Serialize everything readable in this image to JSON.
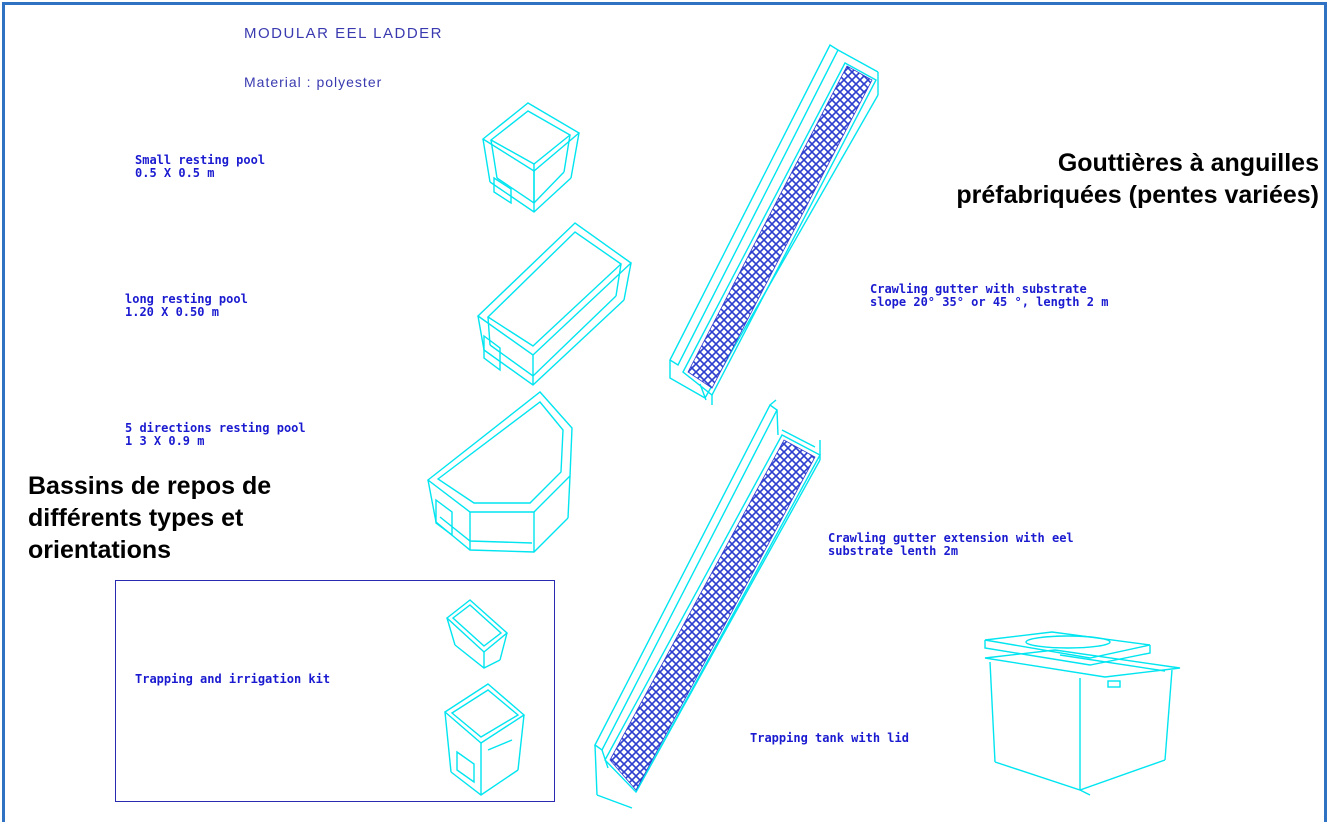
{
  "title": "MODULAR EEL LADDER",
  "material": "Material : polyester",
  "labels": {
    "small_pool": [
      "Small resting pool",
      "0.5 X 0.5 m"
    ],
    "long_pool": [
      "long resting pool",
      "1.20 X 0.50 m"
    ],
    "five_dir_pool": [
      "5 directions resting pool",
      "1 3 X 0.9 m"
    ],
    "gutter": [
      "Crawling gutter with substrate",
      "slope 20° 35° or 45 °, length 2 m"
    ],
    "extension": [
      "Crawling gutter extension with eel",
      "substrate lenth 2m"
    ],
    "trapping_kit": "Trapping and irrigation kit",
    "trapping_tank": "Trapping tank with lid"
  },
  "french": {
    "gutters_line1": "Gouttières à anguilles",
    "gutters_line2": "préfabriquées (pentes variées)",
    "pools_line1": "Bassins de repos de",
    "pools_line2": "différents types et",
    "pools_line3": "orientations"
  },
  "colors": {
    "frame": "#2f72c4",
    "drawing": "#00e5f0",
    "label": "#1a1ad0",
    "header": "#3a3ab0",
    "substrate": "#2e3fd0",
    "kit_border": "#2a2ab0"
  }
}
